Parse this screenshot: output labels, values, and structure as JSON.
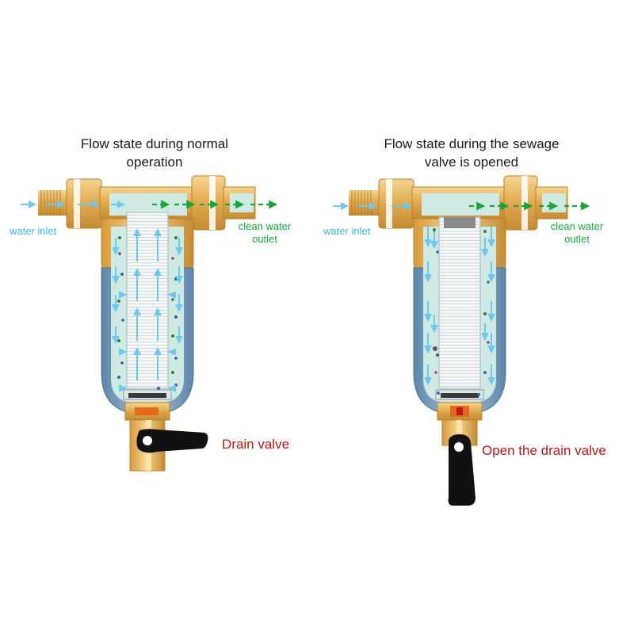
{
  "colors": {
    "brass": "#e0a94e",
    "brass_dark": "#b9812a",
    "brass_light": "#f4cf86",
    "water_panel": "#cfe9e3",
    "housing": "#6f96b8",
    "housing_light": "#9dbcd6",
    "inlet_blue": "#3cb8ea",
    "outlet_green": "#1aa53a",
    "flow_blue": "#6ec7ef",
    "drain_red": "#b01818",
    "handle": "#111111",
    "filter_core": "#f4f7f7"
  },
  "left_panel": {
    "title_line1": "Flow state during normal",
    "title_line2": "operation",
    "inlet_label": "water inlet",
    "outlet_label_line1": "clean water",
    "outlet_label_line2": "outlet",
    "valve_label": "Drain valve",
    "valve_state": "closed"
  },
  "right_panel": {
    "title_line1": "Flow state during the sewage",
    "title_line2": "valve is opened",
    "inlet_label": "water inlet",
    "outlet_label_line1": "clean water",
    "outlet_label_line2": "outlet",
    "valve_label": "Open the drain valve",
    "valve_state": "open"
  }
}
